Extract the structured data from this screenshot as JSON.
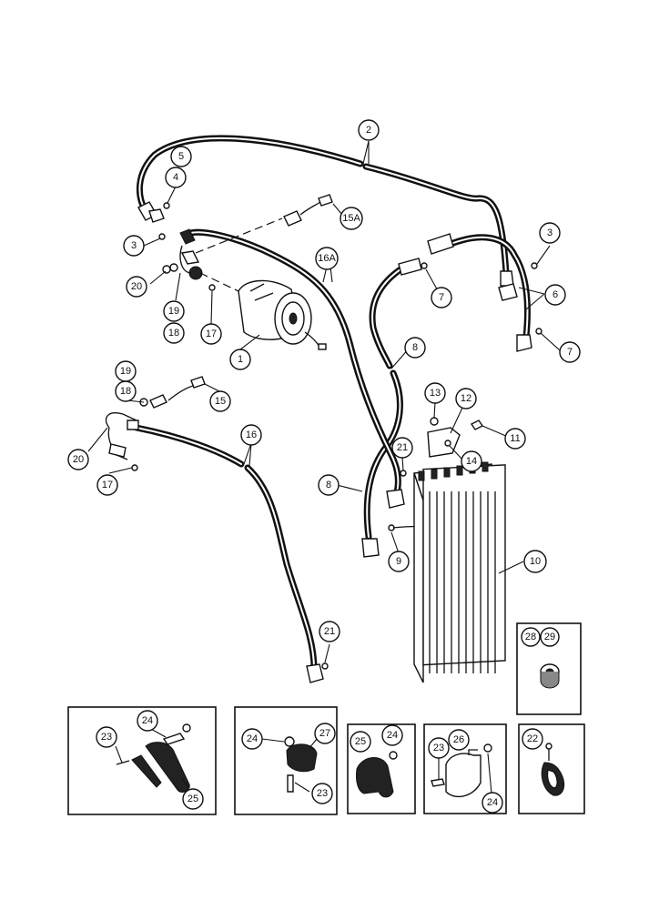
{
  "callouts": {
    "c1": "1",
    "c2": "2",
    "c3a": "3",
    "c3b": "3",
    "c4": "4",
    "c5": "5",
    "c6": "6",
    "c7a": "7",
    "c7b": "7",
    "c8a": "8",
    "c8b": "8",
    "c9": "9",
    "c10": "10",
    "c11": "11",
    "c12": "12",
    "c13": "13",
    "c14": "14",
    "c15": "15",
    "c15A": "15A",
    "c16": "16",
    "c16A": "16A",
    "c17a": "17",
    "c17b": "17",
    "c18a": "18",
    "c18b": "18",
    "c19a": "19",
    "c19b": "19",
    "c20a": "20",
    "c20b": "20",
    "c21a": "21",
    "c21b": "21",
    "p1_23": "23",
    "p1_24": "24",
    "p1_25": "25",
    "p2_24": "24",
    "p2_27": "27",
    "p2_23": "23",
    "p3_25": "25",
    "p3_24": "24",
    "p4_23": "23",
    "p4_26": "26",
    "p4_24": "24",
    "p5_22": "22",
    "p6_28": "28",
    "p6_29": "29"
  }
}
